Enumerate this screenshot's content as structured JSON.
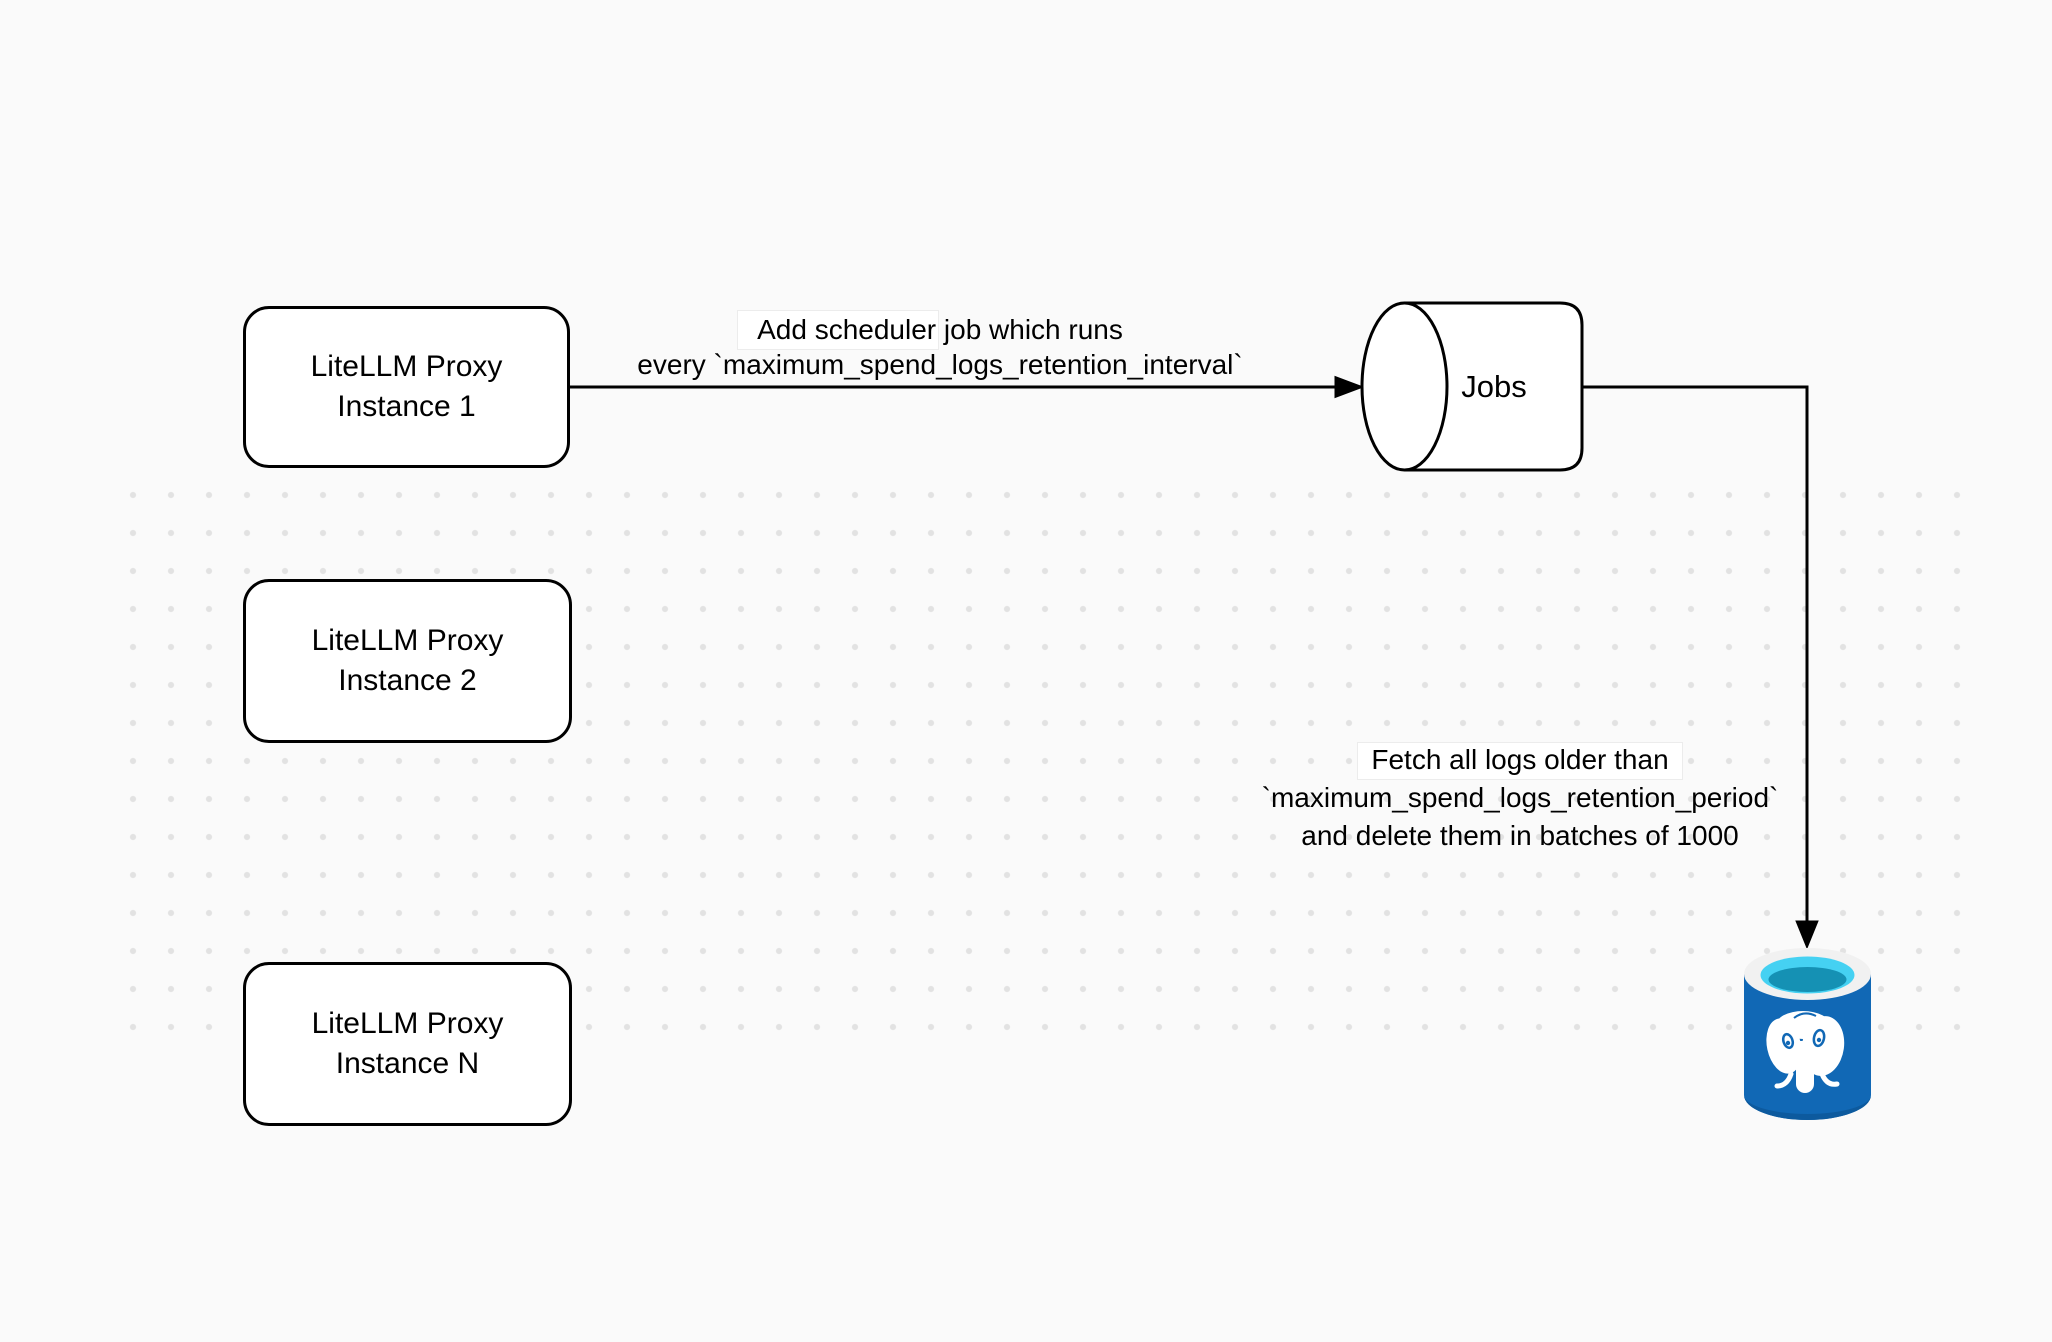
{
  "diagram": {
    "nodes": [
      {
        "id": "litellm-proxy-instance-1",
        "line1": "LiteLLM Proxy",
        "line2": "Instance 1"
      },
      {
        "id": "litellm-proxy-instance-2",
        "line1": "LiteLLM Proxy",
        "line2": "Instance 2"
      },
      {
        "id": "litellm-proxy-instance-n",
        "line1": "LiteLLM Proxy",
        "line2": "Instance N"
      },
      {
        "id": "jobs-queue",
        "label": "Jobs"
      }
    ],
    "edges": [
      {
        "id": "add-scheduler-edge",
        "from": "litellm-proxy-instance-1",
        "to": "jobs-queue",
        "line1": "Add scheduler job which runs",
        "line2": "every `maximum_spend_logs_retention_interval`"
      },
      {
        "id": "fetch-delete-edge",
        "from": "jobs-queue",
        "to": "postgresql-database",
        "line1": "Fetch all logs older than",
        "line2": "`maximum_spend_logs_retention_period`",
        "line3": "and delete them in batches of 1000"
      }
    ],
    "database_icon": "postgresql-database",
    "colors": {
      "background": "#fafafa",
      "grid_dot": "#e2e2e2",
      "stroke": "#000000",
      "shape_fill": "#ffffff",
      "postgres_body": "#1168b5",
      "postgres_rim": "#f1f1f1",
      "postgres_top_bright": "#45d1f2",
      "postgres_top_dark": "#1591b4",
      "postgres_elephant": "#ffffff"
    }
  }
}
